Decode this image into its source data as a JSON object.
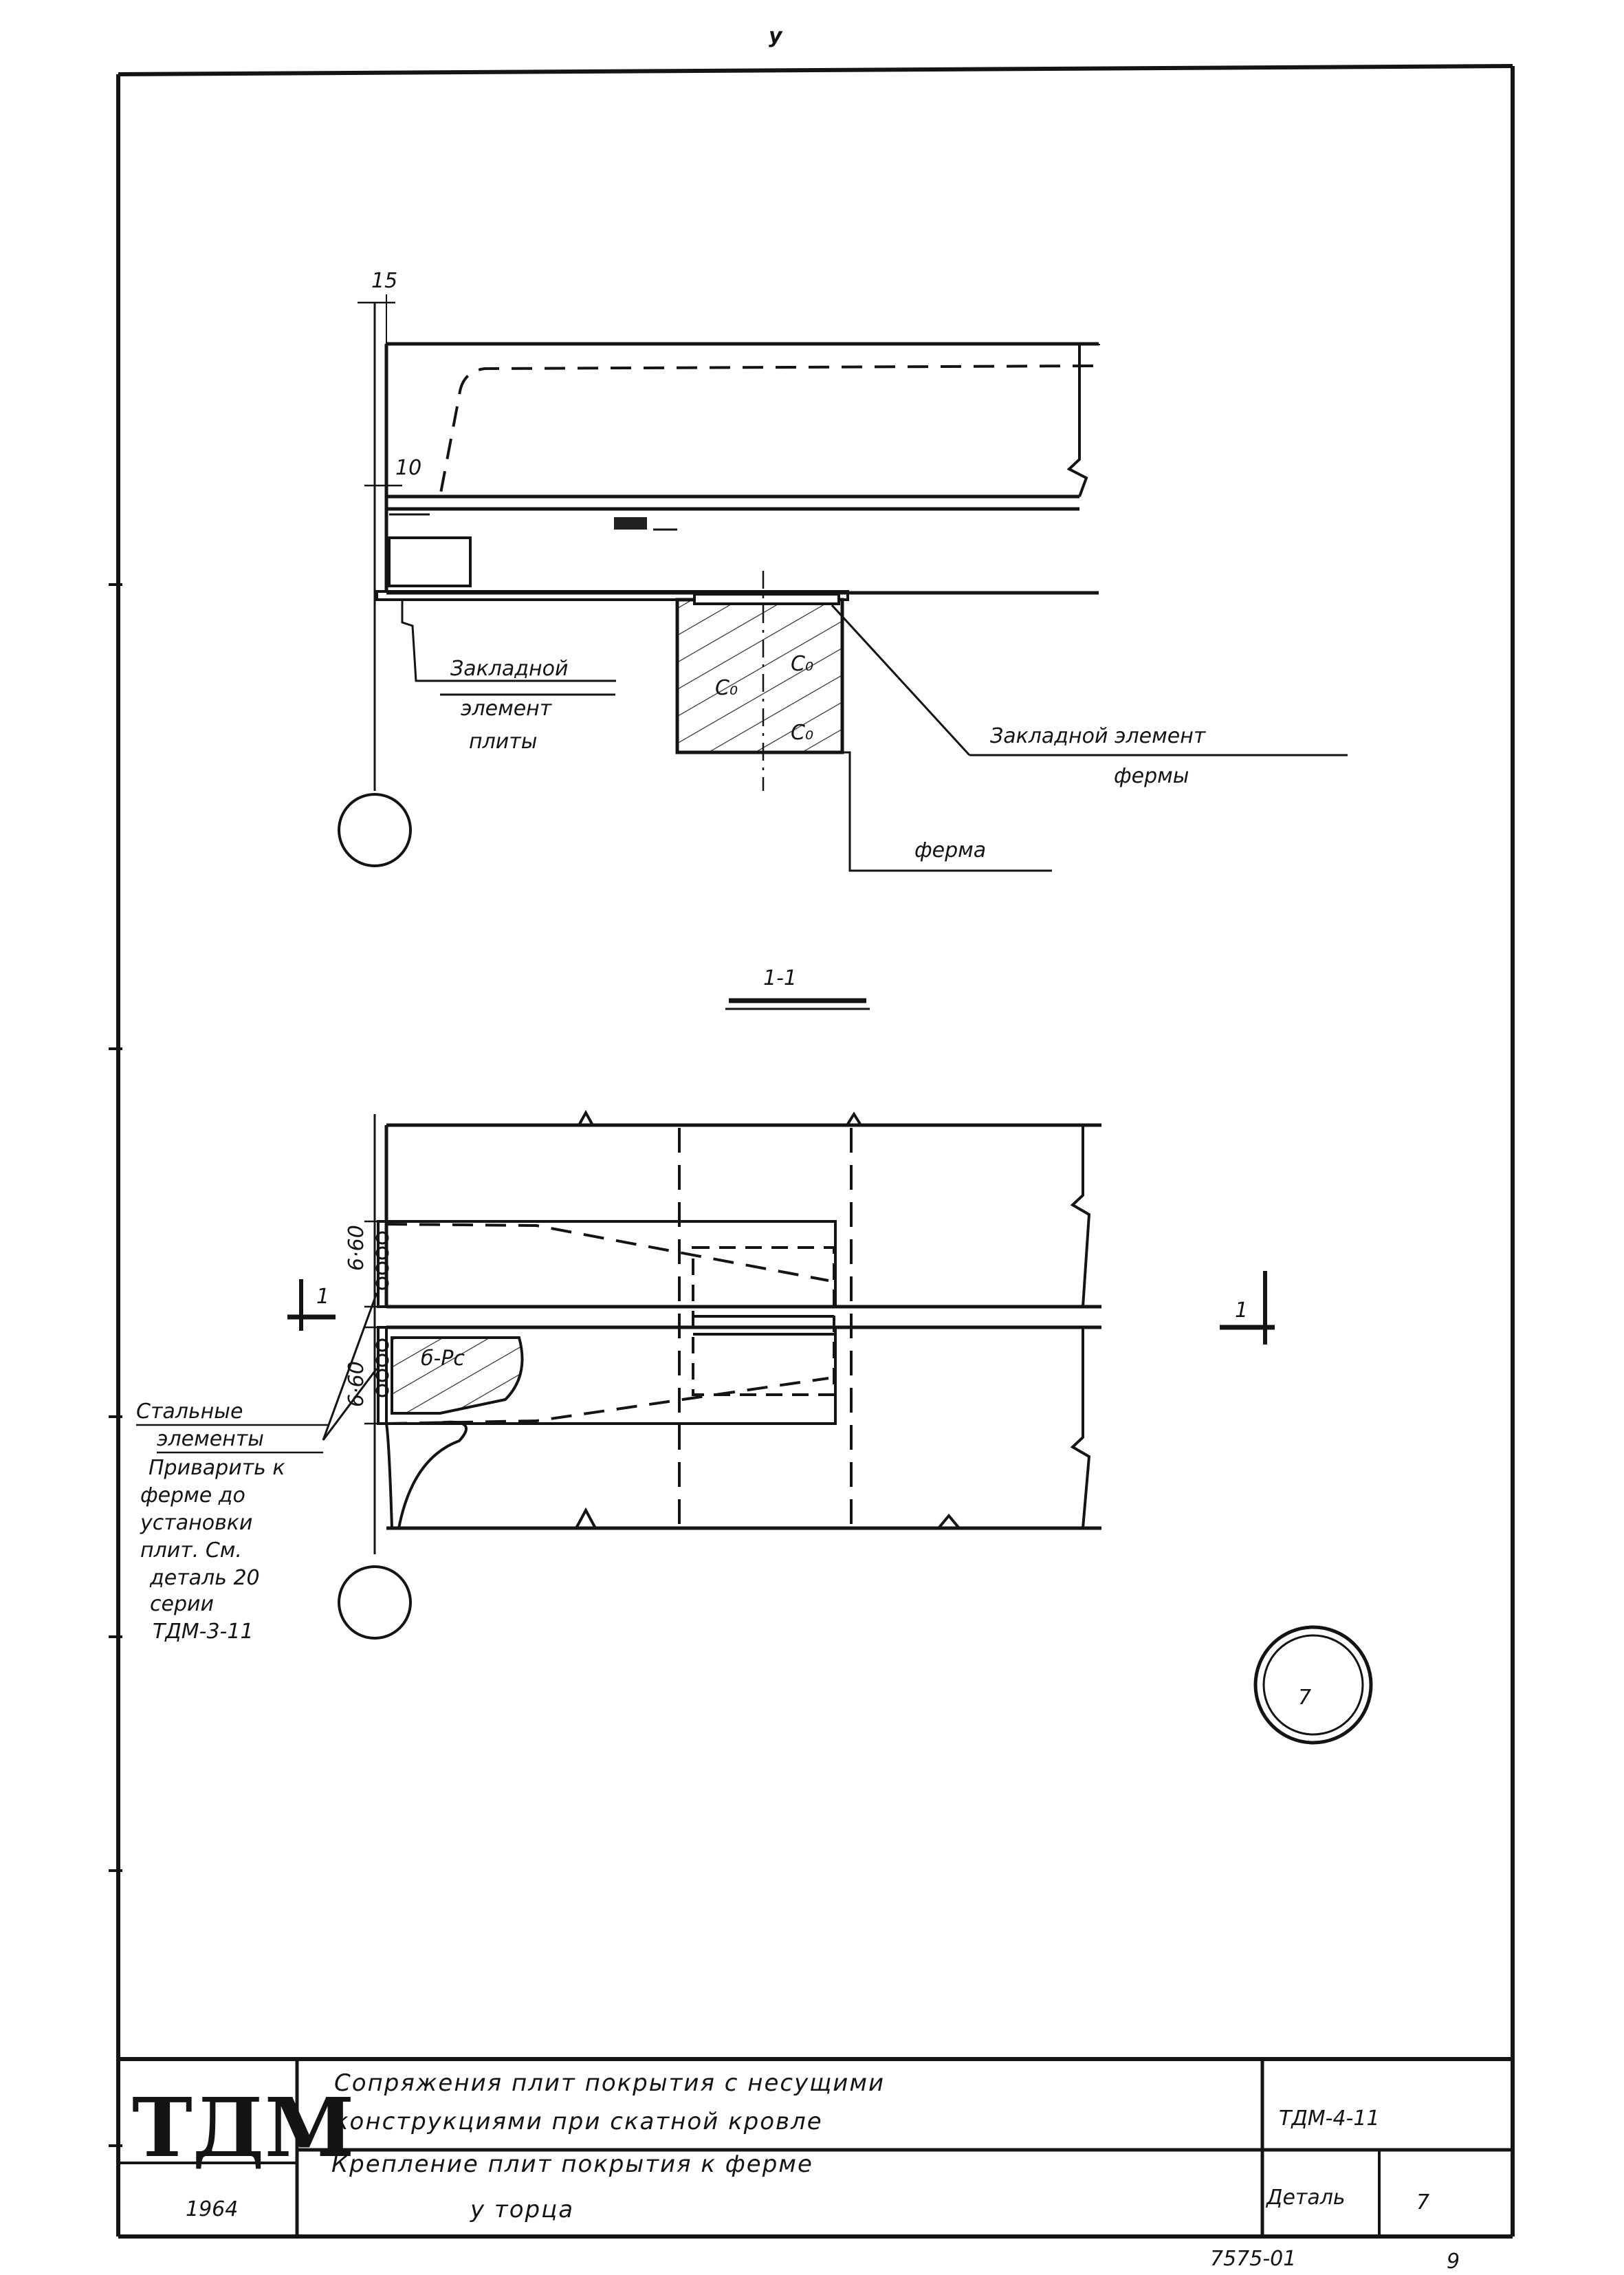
{
  "sheet": {
    "top_mark": "у",
    "section_label": "1-1",
    "detail_callout": "7",
    "bottom_number": "7575-01",
    "page_number": "9"
  },
  "top_view": {
    "dim_15": "15",
    "dim_10": "10",
    "label_plate_embed": [
      "Закладной",
      "элемент",
      "плиты"
    ],
    "label_truss_embed": [
      "Закладной элемент",
      "фермы"
    ],
    "label_truss": "ферма"
  },
  "section_view": {
    "cut_mark_left": "1",
    "cut_mark_right": "1",
    "dim_upper": "6·60",
    "dim_lower": "6·60",
    "label_hatch": "б-Рс",
    "note_lines": [
      "Стальные",
      "элементы",
      "Приварить к",
      "ферме до",
      "установки",
      "плит. См.",
      "деталь 20",
      "серии",
      "ТДМ-3-11"
    ]
  },
  "title_block": {
    "logo": "ТДМ",
    "year": "1964",
    "title_lines": [
      "Сопряжения плит покрытия с несущими",
      "конструкциями при скатной кровле"
    ],
    "subtitle_lines": [
      "Крепление плит покрытия к ферме",
      "у торца"
    ],
    "series_code": "ТДМ-4-11",
    "detail_label": "Деталь",
    "detail_number": "7"
  }
}
